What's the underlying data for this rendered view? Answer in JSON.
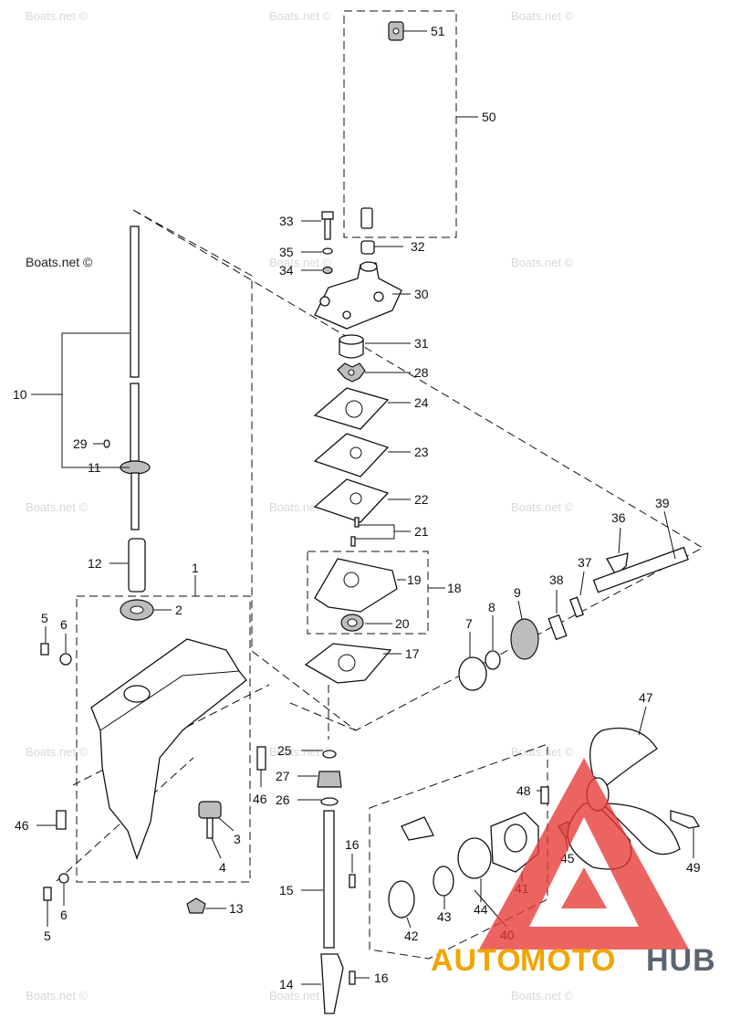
{
  "watermark": {
    "text": "Boats.net ©",
    "prominent_text": "Boats.net ©"
  },
  "logo": {
    "part1": "AUTO",
    "part2": "MOTO",
    "part3": "HUB",
    "color_primary": "#f0a500",
    "color_secondary": "#5b6570",
    "triangle_color": "#e53935"
  },
  "callouts": [
    {
      "id": "c51",
      "label": "51"
    },
    {
      "id": "c50",
      "label": "50"
    },
    {
      "id": "c33",
      "label": "33"
    },
    {
      "id": "c32",
      "label": "32"
    },
    {
      "id": "c35",
      "label": "35"
    },
    {
      "id": "c34",
      "label": "34"
    },
    {
      "id": "c30",
      "label": "30"
    },
    {
      "id": "c31",
      "label": "31"
    },
    {
      "id": "c28",
      "label": "28"
    },
    {
      "id": "c24",
      "label": "24"
    },
    {
      "id": "c23",
      "label": "23"
    },
    {
      "id": "c22",
      "label": "22"
    },
    {
      "id": "c21",
      "label": "21"
    },
    {
      "id": "c19",
      "label": "19"
    },
    {
      "id": "c18",
      "label": "18"
    },
    {
      "id": "c20",
      "label": "20"
    },
    {
      "id": "c17",
      "label": "17"
    },
    {
      "id": "c10",
      "label": "10"
    },
    {
      "id": "c29",
      "label": "29"
    },
    {
      "id": "c11",
      "label": "11"
    },
    {
      "id": "c12",
      "label": "12"
    },
    {
      "id": "c1",
      "label": "1"
    },
    {
      "id": "c2",
      "label": "2"
    },
    {
      "id": "c5a",
      "label": "5"
    },
    {
      "id": "c6a",
      "label": "6"
    },
    {
      "id": "c46a",
      "label": "46"
    },
    {
      "id": "c6b",
      "label": "6"
    },
    {
      "id": "c5b",
      "label": "5"
    },
    {
      "id": "c3",
      "label": "3"
    },
    {
      "id": "c4",
      "label": "4"
    },
    {
      "id": "c13",
      "label": "13"
    },
    {
      "id": "c46b",
      "label": "46"
    },
    {
      "id": "c25",
      "label": "25"
    },
    {
      "id": "c27",
      "label": "27"
    },
    {
      "id": "c26",
      "label": "26"
    },
    {
      "id": "c16a",
      "label": "16"
    },
    {
      "id": "c15",
      "label": "15"
    },
    {
      "id": "c14",
      "label": "14"
    },
    {
      "id": "c16b",
      "label": "16"
    },
    {
      "id": "c7",
      "label": "7"
    },
    {
      "id": "c8",
      "label": "8"
    },
    {
      "id": "c9",
      "label": "9"
    },
    {
      "id": "c38",
      "label": "38"
    },
    {
      "id": "c37",
      "label": "37"
    },
    {
      "id": "c36",
      "label": "36"
    },
    {
      "id": "c39",
      "label": "39"
    },
    {
      "id": "c47",
      "label": "47"
    },
    {
      "id": "c48",
      "label": "48"
    },
    {
      "id": "c45",
      "label": "45"
    },
    {
      "id": "c41",
      "label": "41"
    },
    {
      "id": "c49",
      "label": "49"
    },
    {
      "id": "c44",
      "label": "44"
    },
    {
      "id": "c43",
      "label": "43"
    },
    {
      "id": "c42",
      "label": "42"
    },
    {
      "id": "c40",
      "label": "40"
    }
  ]
}
